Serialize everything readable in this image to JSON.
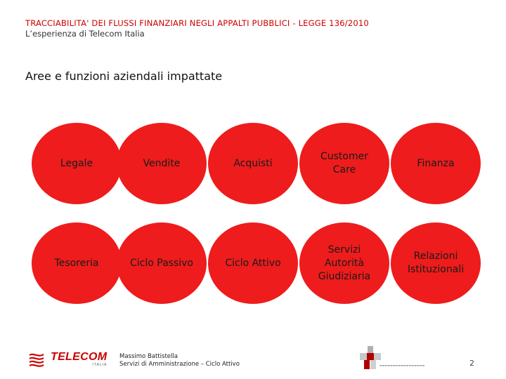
{
  "header": {
    "title": "TRACCIABILITA' DEI FLUSSI FINANZIARI NEGLI APPALTI PUBBLICI - LEGGE 136/2010",
    "subtitle": "L’esperienza di Telecom Italia"
  },
  "section_title": "Aree e funzioni aziendali impattate",
  "colors": {
    "circle": "#ee1c1c",
    "title_red": "#cc0000"
  },
  "areas": [
    "Legale",
    "Vendite",
    "Acquisti",
    "Customer\nCare",
    "Finanza",
    "Tesoreria",
    "Ciclo Passivo",
    "Ciclo Attivo",
    "Servizi\nAutorità\nGiudiziaria",
    "Relazioni\nIstituzionali"
  ],
  "footer": {
    "logo_text": "TELECOM",
    "logo_subtext": "ITALIA",
    "author_name": "Massimo Battistella",
    "author_role": "Servizi di Amministrazione – Ciclo Attivo",
    "page_number": "2"
  }
}
